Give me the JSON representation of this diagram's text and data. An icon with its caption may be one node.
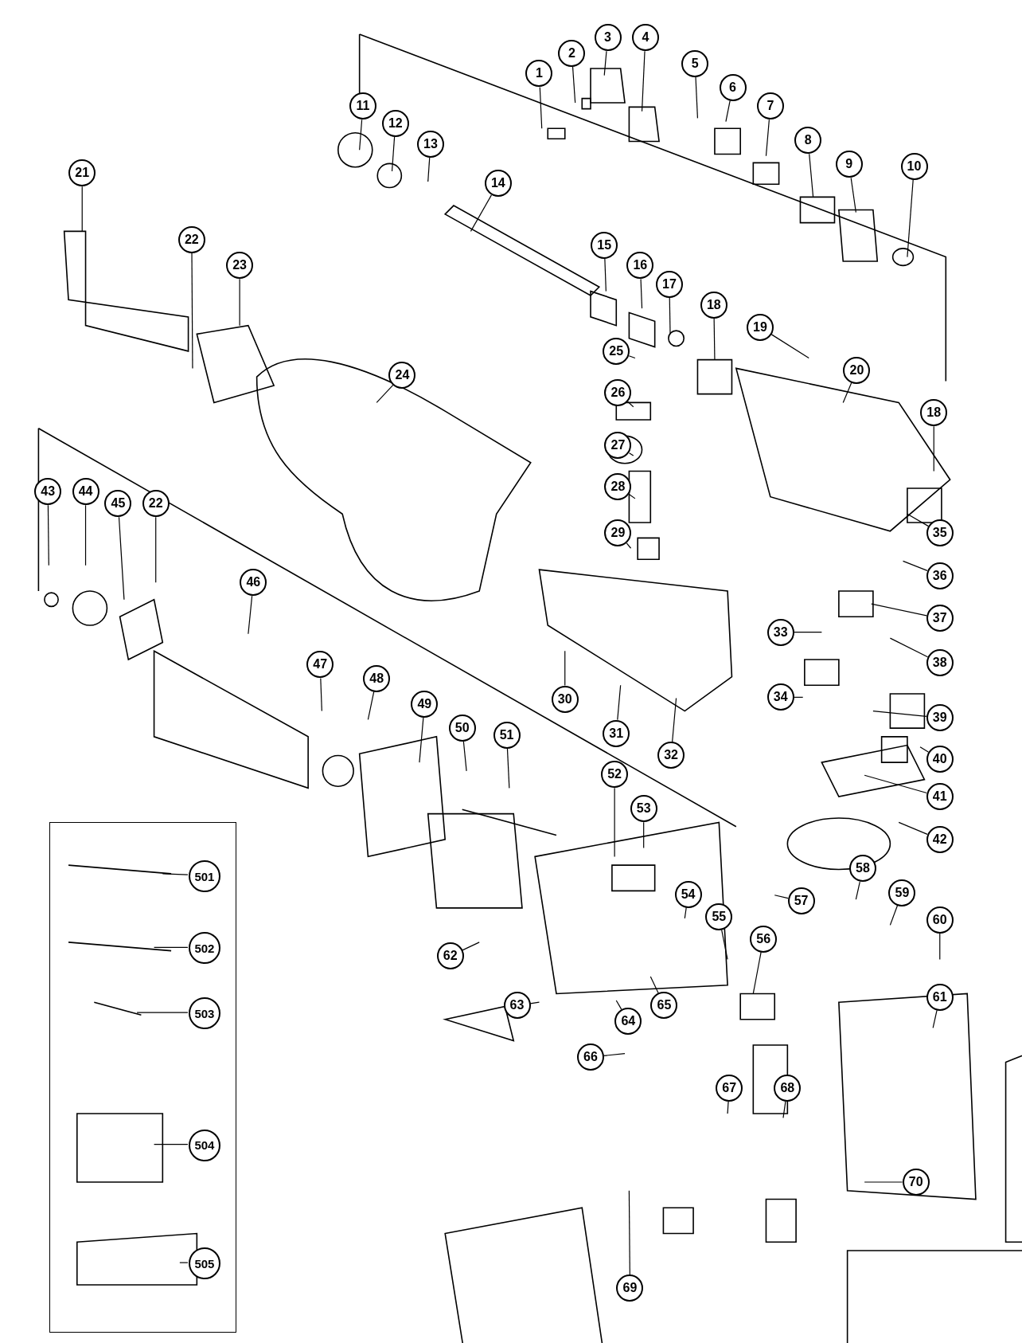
{
  "diagram": {
    "nodes": [
      {
        "text": [
          "1"
        ]
      },
      {
        "text": [
          "2"
        ]
      },
      {
        "text": [
          "3"
        ]
      },
      {
        "text": [
          "4"
        ]
      },
      {
        "text": [
          "5"
        ]
      },
      {
        "text": [
          "6"
        ]
      },
      {
        "text": [
          "7"
        ]
      },
      {
        "text": [
          "8"
        ]
      },
      {
        "text": [
          "9"
        ]
      },
      {
        "text": [
          "10"
        ]
      },
      {
        "text": [
          "11"
        ]
      },
      {
        "text": [
          "12"
        ]
      },
      {
        "text": [
          "13"
        ]
      },
      {
        "text": [
          "14"
        ]
      },
      {
        "text": [
          "15"
        ]
      },
      {
        "text": [
          "16"
        ]
      },
      {
        "text": [
          "17"
        ]
      },
      {
        "text": [
          "18"
        ]
      },
      {
        "text": [
          "19"
        ]
      },
      {
        "text": [
          "20"
        ]
      },
      {
        "text": [
          "18"
        ]
      },
      {
        "text": [
          "21"
        ]
      },
      {
        "text": [
          "22"
        ]
      },
      {
        "text": [
          "23"
        ]
      },
      {
        "text": [
          "24"
        ]
      },
      {
        "text": [
          "25"
        ]
      },
      {
        "text": [
          "26"
        ]
      },
      {
        "text": [
          "27"
        ]
      },
      {
        "text": [
          "28"
        ]
      },
      {
        "text": [
          "29"
        ]
      },
      {
        "text": [
          "30"
        ]
      },
      {
        "text": [
          "31"
        ]
      },
      {
        "text": [
          "32"
        ]
      },
      {
        "text": [
          "33"
        ]
      },
      {
        "text": [
          "34"
        ]
      },
      {
        "text": [
          "35"
        ]
      },
      {
        "text": [
          "36"
        ]
      },
      {
        "text": [
          "37"
        ]
      },
      {
        "text": [
          "38"
        ]
      },
      {
        "text": [
          "39"
        ]
      },
      {
        "text": [
          "40"
        ]
      },
      {
        "text": [
          "41"
        ]
      },
      {
        "text": [
          "42"
        ]
      },
      {
        "text": [
          "43"
        ]
      },
      {
        "text": [
          "44"
        ]
      },
      {
        "text": [
          "45"
        ]
      },
      {
        "text": [
          "22"
        ]
      },
      {
        "text": [
          "46"
        ]
      },
      {
        "text": [
          "47"
        ]
      },
      {
        "text": [
          "48"
        ]
      },
      {
        "text": [
          "49"
        ]
      },
      {
        "text": [
          "50"
        ]
      },
      {
        "text": [
          "51"
        ]
      },
      {
        "text": [
          "52"
        ]
      },
      {
        "text": [
          "53"
        ]
      },
      {
        "text": [
          "54"
        ]
      },
      {
        "text": [
          "55"
        ]
      },
      {
        "text": [
          "56"
        ]
      },
      {
        "text": [
          "57"
        ]
      },
      {
        "text": [
          "58"
        ]
      },
      {
        "text": [
          "59"
        ]
      },
      {
        "text": [
          "60"
        ]
      },
      {
        "text": [
          "61"
        ]
      },
      {
        "text": [
          "62"
        ]
      },
      {
        "text": [
          "63"
        ]
      },
      {
        "text": [
          "64"
        ]
      },
      {
        "text": [
          "65"
        ]
      },
      {
        "text": [
          "66"
        ]
      },
      {
        "text": [
          "67"
        ]
      },
      {
        "text": [
          "68"
        ]
      },
      {
        "text": [
          "69"
        ]
      },
      {
        "text": [
          "70"
        ]
      },
      {
        "text": [],
        "shape": "box"
      },
      {
        "text": [
          "501"
        ],
        "in": 72
      },
      {
        "text": [
          "502"
        ],
        "in": 72
      },
      {
        "text": [
          "503"
        ],
        "in": 72
      },
      {
        "text": [
          "504"
        ],
        "in": 72
      },
      {
        "text": [
          "505"
        ],
        "in": 72
      }
    ],
    "edges": [
      {
        "from": 0,
        "to": null,
        "arrow": "none"
      },
      {
        "from": 1,
        "to": null,
        "arrow": "none"
      },
      {
        "from": 2,
        "to": null,
        "arrow": "none"
      },
      {
        "from": 3,
        "to": null,
        "arrow": "none"
      },
      {
        "from": 4,
        "to": null,
        "arrow": "none"
      },
      {
        "from": 5,
        "to": null,
        "arrow": "none"
      },
      {
        "from": 6,
        "to": null,
        "arrow": "none"
      },
      {
        "from": 7,
        "to": null,
        "arrow": "none"
      },
      {
        "from": 8,
        "to": null,
        "arrow": "none"
      },
      {
        "from": 9,
        "to": null,
        "arrow": "none"
      },
      {
        "from": 10,
        "to": null,
        "arrow": "none"
      },
      {
        "from": 11,
        "to": null,
        "arrow": "none"
      },
      {
        "from": 12,
        "to": null,
        "arrow": "none"
      },
      {
        "from": 13,
        "to": null,
        "arrow": "none"
      },
      {
        "from": 14,
        "to": null,
        "arrow": "none"
      },
      {
        "from": 15,
        "to": null,
        "arrow": "none"
      },
      {
        "from": 16,
        "to": null,
        "arrow": "none"
      },
      {
        "from": 17,
        "to": null,
        "arrow": "none"
      },
      {
        "from": 18,
        "to": null,
        "arrow": "none"
      },
      {
        "from": 19,
        "to": null,
        "arrow": "none"
      },
      {
        "from": 20,
        "to": null,
        "arrow": "none"
      },
      {
        "from": 21,
        "to": null,
        "arrow": "none"
      },
      {
        "from": 22,
        "to": null,
        "arrow": "none"
      },
      {
        "from": 23,
        "to": null,
        "arrow": "none"
      },
      {
        "from": 24,
        "to": null,
        "arrow": "none"
      },
      {
        "from": 25,
        "to": null,
        "arrow": "none"
      },
      {
        "from": 26,
        "to": null,
        "arrow": "none"
      },
      {
        "from": 27,
        "to": null,
        "arrow": "none"
      },
      {
        "from": 28,
        "to": null,
        "arrow": "none"
      },
      {
        "from": 29,
        "to": null,
        "arrow": "none"
      },
      {
        "from": 30,
        "to": null,
        "arrow": "none"
      },
      {
        "from": 31,
        "to": null,
        "arrow": "none"
      },
      {
        "from": 32,
        "to": null,
        "arrow": "none"
      },
      {
        "from": 33,
        "to": null,
        "arrow": "none"
      },
      {
        "from": 34,
        "to": null,
        "arrow": "none"
      },
      {
        "from": 35,
        "to": null,
        "arrow": "none"
      },
      {
        "from": 36,
        "to": null,
        "arrow": "none"
      },
      {
        "from": 37,
        "to": null,
        "arrow": "none"
      },
      {
        "from": 38,
        "to": null,
        "arrow": "none"
      },
      {
        "from": 39,
        "to": null,
        "arrow": "none"
      },
      {
        "from": 40,
        "to": null,
        "arrow": "none"
      },
      {
        "from": 41,
        "to": null,
        "arrow": "none"
      },
      {
        "from": 42,
        "to": null,
        "arrow": "none"
      },
      {
        "from": 43,
        "to": null,
        "arrow": "none"
      },
      {
        "from": 44,
        "to": null,
        "arrow": "none"
      },
      {
        "from": 45,
        "to": null,
        "arrow": "none"
      },
      {
        "from": 46,
        "to": null,
        "arrow": "none"
      },
      {
        "from": 47,
        "to": null,
        "arrow": "none"
      },
      {
        "from": 48,
        "to": null,
        "arrow": "none"
      },
      {
        "from": 49,
        "to": null,
        "arrow": "none"
      },
      {
        "from": 50,
        "to": null,
        "arrow": "none"
      },
      {
        "from": 51,
        "to": null,
        "arrow": "none"
      },
      {
        "from": 52,
        "to": null,
        "arrow": "none"
      },
      {
        "from": 53,
        "to": null,
        "arrow": "none"
      },
      {
        "from": 54,
        "to": null,
        "arrow": "none"
      },
      {
        "from": 55,
        "to": null,
        "arrow": "none"
      },
      {
        "from": 56,
        "to": null,
        "arrow": "none"
      },
      {
        "from": 57,
        "to": null,
        "arrow": "none"
      },
      {
        "from": 58,
        "to": null,
        "arrow": "none"
      },
      {
        "from": 59,
        "to": null,
        "arrow": "none"
      },
      {
        "from": 60,
        "to": null,
        "arrow": "none"
      },
      {
        "from": 61,
        "to": null,
        "arrow": "none"
      },
      {
        "from": 62,
        "to": null,
        "arrow": "none"
      },
      {
        "from": 63,
        "to": null,
        "arrow": "none"
      },
      {
        "from": 64,
        "to": null,
        "arrow": "none"
      },
      {
        "from": 65,
        "to": null,
        "arrow": "none"
      },
      {
        "from": 66,
        "to": null,
        "arrow": "none"
      },
      {
        "from": 67,
        "to": null,
        "arrow": "none"
      },
      {
        "from": 68,
        "to": null,
        "arrow": "none"
      },
      {
        "from": 69,
        "to": null,
        "arrow": "none"
      },
      {
        "from": 70,
        "to": null,
        "arrow": "none"
      },
      {
        "from": 71,
        "to": null,
        "arrow": "none"
      },
      {
        "from": 73,
        "to": null,
        "arrow": "none"
      },
      {
        "from": 74,
        "to": null,
        "arrow": "none"
      },
      {
        "from": 75,
        "to": null,
        "arrow": "none"
      },
      {
        "from": 76,
        "to": null,
        "arrow": "none"
      },
      {
        "from": 77,
        "to": null,
        "arrow": "none"
      }
    ]
  }
}
